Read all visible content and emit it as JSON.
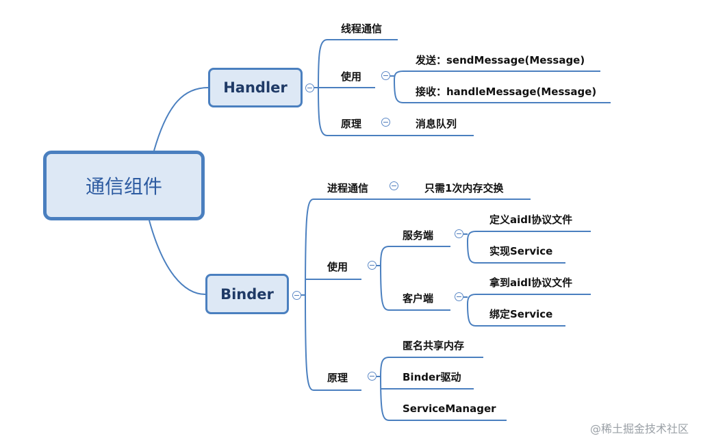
{
  "root": "通信组件",
  "handler": {
    "label": "Handler",
    "ipc": "线程通信",
    "usage": "使用",
    "send": "发送：sendMessage(Message)",
    "receive": "接收：handleMessage(Message)",
    "principle": "原理",
    "queue": "消息队列"
  },
  "binder": {
    "label": "Binder",
    "ipc": "进程通信",
    "copy": "只需1次内存交换",
    "usage": "使用",
    "server": "服务端",
    "server_items": [
      "定义aidl协议文件",
      "实现Service"
    ],
    "client": "客户端",
    "client_items": [
      "拿到aidl协议文件",
      "绑定Service"
    ],
    "principle": "原理",
    "principle_items": [
      "匿名共享内存",
      "Binder驱动",
      "ServiceManager"
    ]
  },
  "toggle_symbol": "−",
  "watermark": "@稀土掘金技术社区",
  "colors": {
    "line": "#4a7fbf",
    "box_fill": "#dde8f5",
    "box_border": "#4a7fbf"
  }
}
